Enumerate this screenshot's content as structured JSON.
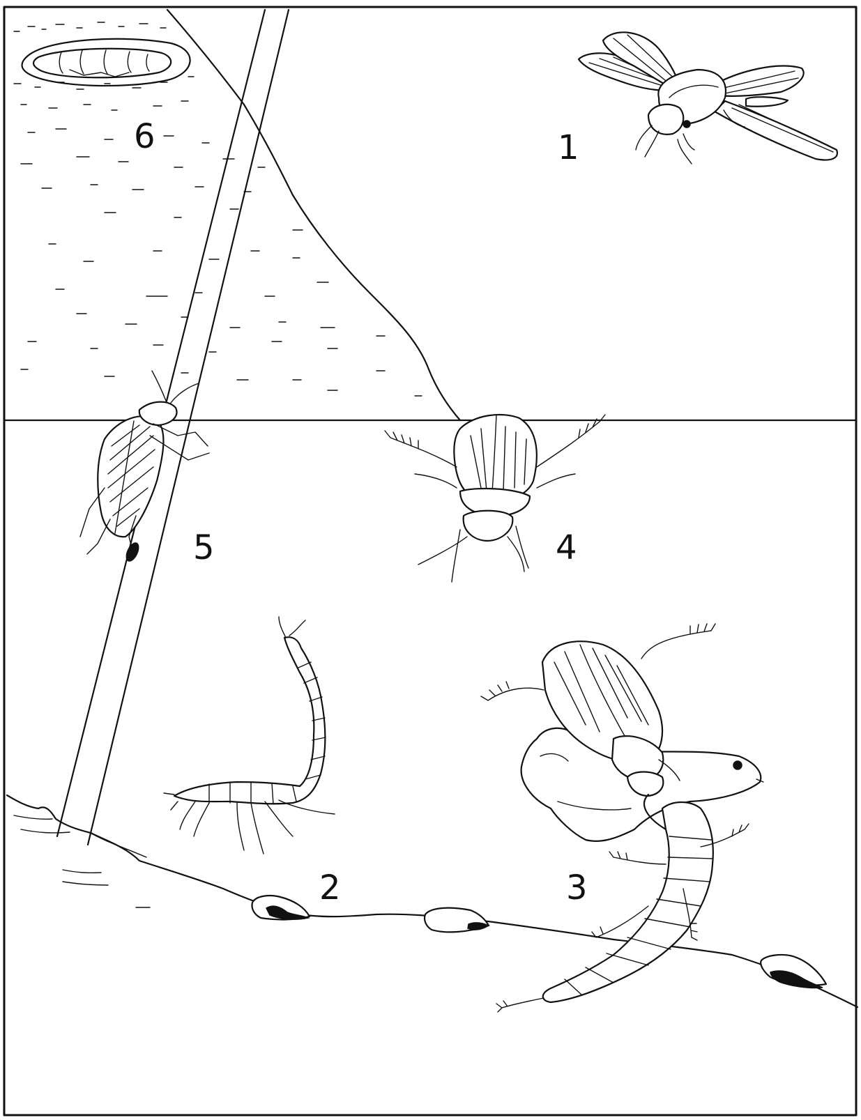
{
  "figure": {
    "kind": "water beetle life cycle illustration",
    "colors": {
      "ink": "#111111",
      "paper": "#ffffff"
    },
    "labels": [
      {
        "id": "stage-1",
        "text": "1"
      },
      {
        "id": "stage-2",
        "text": "2"
      },
      {
        "id": "stage-3",
        "text": "3"
      },
      {
        "id": "stage-4",
        "text": "4"
      },
      {
        "id": "stage-5",
        "text": "5"
      },
      {
        "id": "stage-6",
        "text": "6"
      }
    ]
  }
}
